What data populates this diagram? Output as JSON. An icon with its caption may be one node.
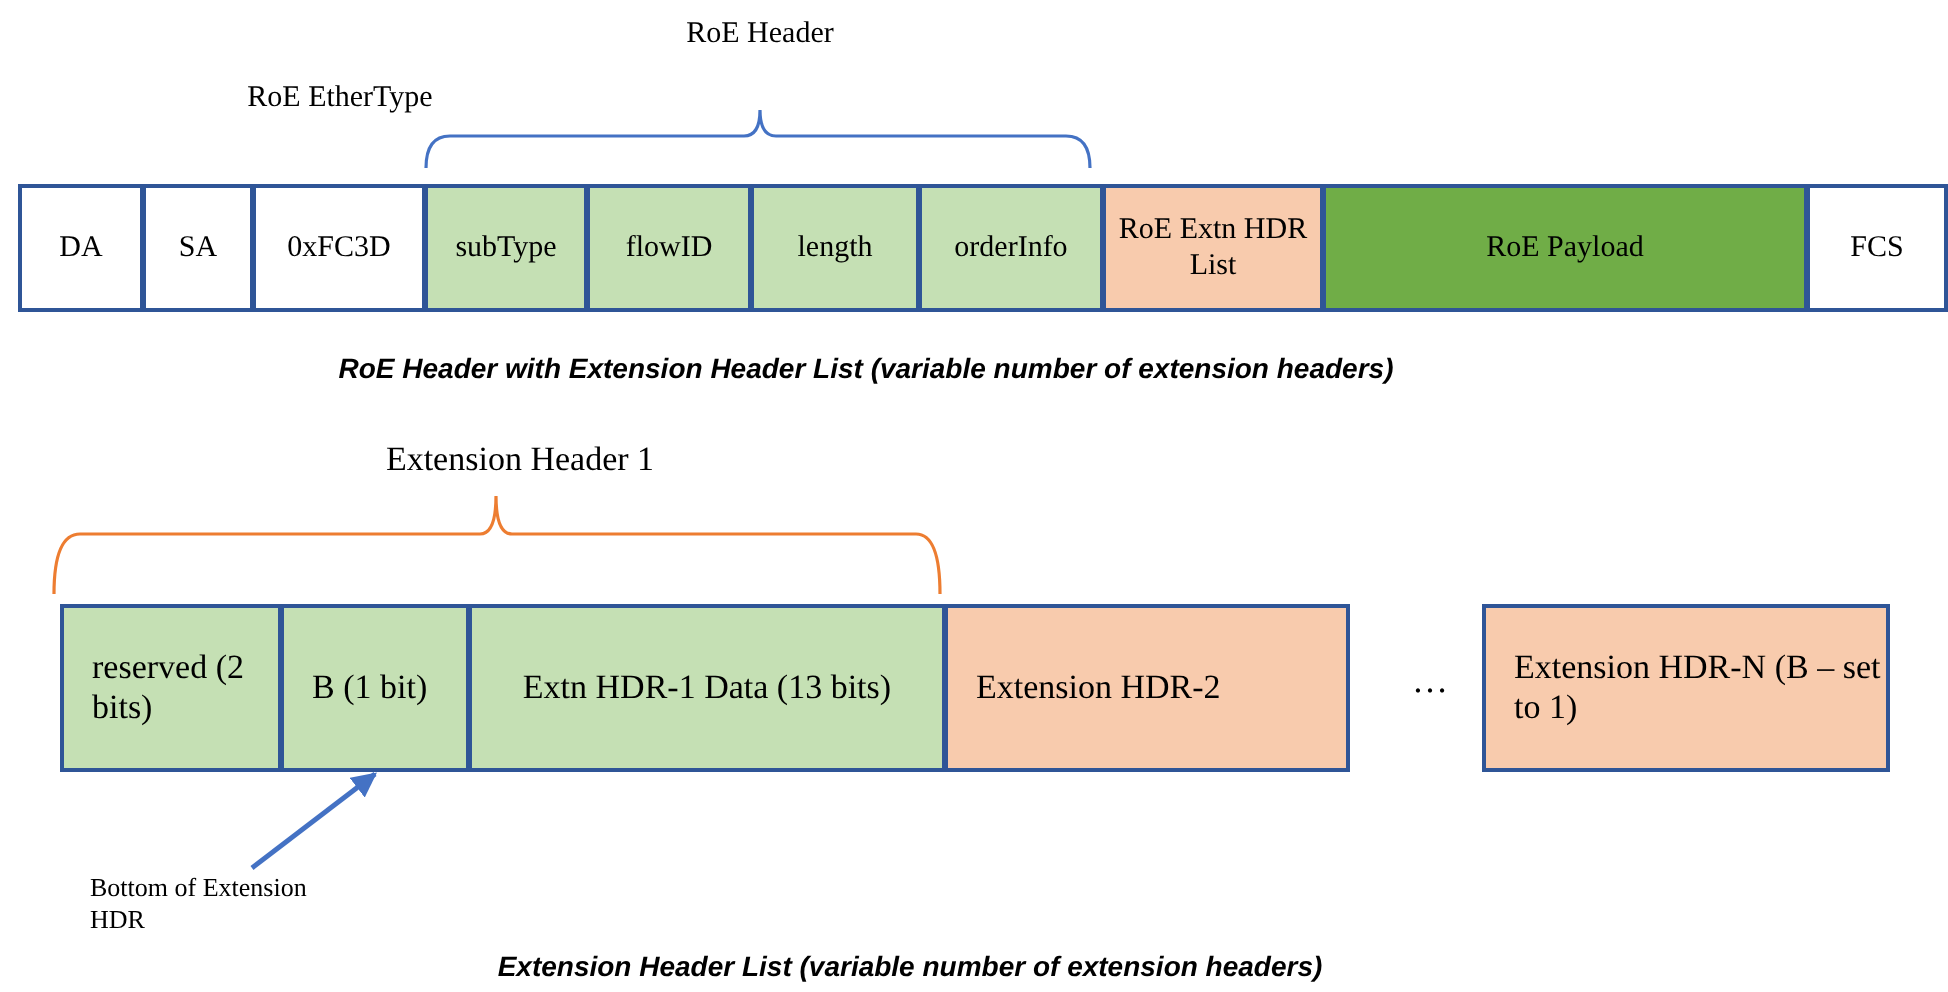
{
  "diagram": {
    "nodes": [
      {
        "text": [
          "DA"
        ]
      },
      {
        "text": [
          "SA"
        ]
      },
      {
        "text": [
          "0xFC3D"
        ]
      },
      {
        "text": [
          "subType"
        ]
      },
      {
        "text": [
          "flowID"
        ]
      },
      {
        "text": [
          "length"
        ]
      },
      {
        "text": [
          "orderInfo"
        ]
      },
      {
        "text": [
          "RoE Extn HDR List"
        ]
      },
      {
        "text": [
          "RoE Payload"
        ]
      },
      {
        "text": [
          "FCS"
        ]
      },
      {
        "text": [
          "reserved (2 bits)"
        ]
      },
      {
        "text": [
          "B (1 bit)"
        ]
      },
      {
        "text": [
          "Extn HDR-1 Data (13 bits)"
        ]
      },
      {
        "text": [
          "Extension HDR-2"
        ]
      },
      {
        "text": [
          "Extension HDR-N (B – set to 1)"
        ]
      },
      {
        "text": [
          "Bottom of Extension HDR"
        ]
      }
    ],
    "edges": [
      {
        "from": 15,
        "to": 11,
        "arrow": "to"
      }
    ],
    "labels": [
      "RoE Header",
      "RoE EtherType",
      "RoE Header with Extension Header List (variable number of extension headers)",
      "Extension Header 1",
      "…",
      "Extension Header List (variable number of extension headers)"
    ]
  }
}
